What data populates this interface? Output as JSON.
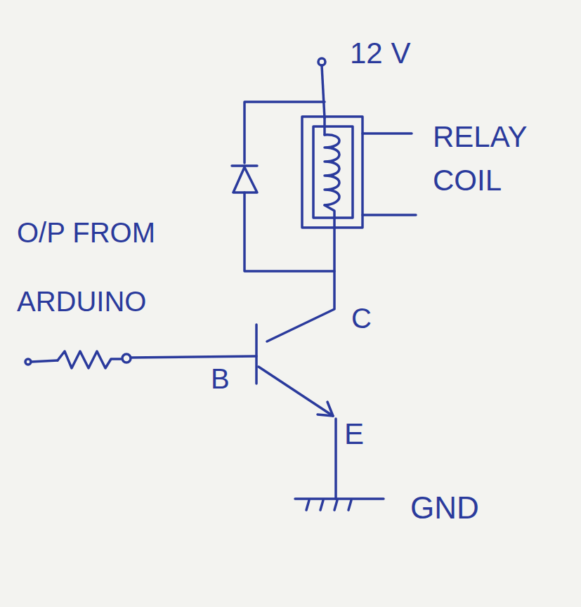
{
  "diagram": {
    "labels": [
      "12 V",
      "RELAY COIL",
      "O/P FROM ARDUINO",
      "C",
      "B",
      "E",
      "GND"
    ]
  }
}
